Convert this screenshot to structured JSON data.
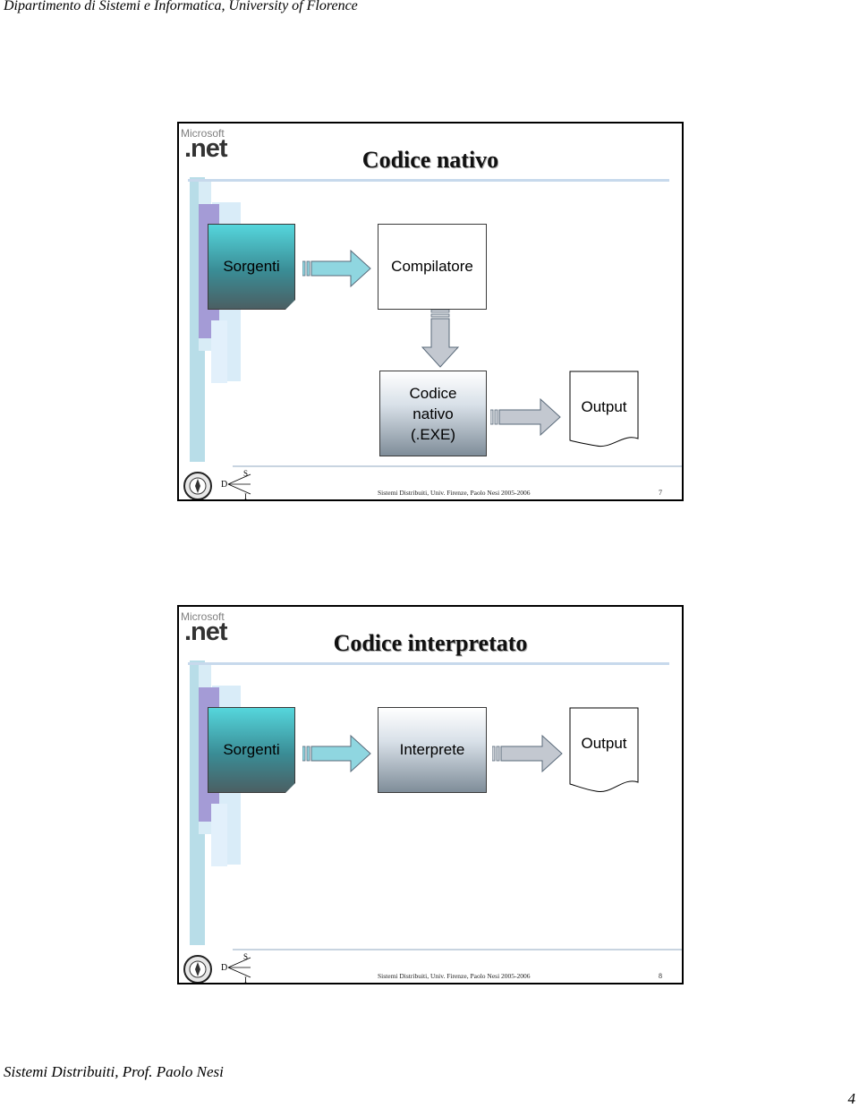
{
  "page": {
    "header": "Dipartimento di Sistemi e Informatica, University of Florence",
    "footer": "Sistemi Distribuiti, Prof. Paolo Nesi",
    "number": "4"
  },
  "logo": {
    "microsoft": "Microsoft",
    "net": ".net"
  },
  "dsi_logo": {
    "d": "D",
    "s": "S",
    "i": "I"
  },
  "slides": [
    {
      "title": "Codice nativo",
      "boxes": {
        "sorgenti": "Sorgenti",
        "compilatore": "Compilatore",
        "codice_nativo": [
          "Codice",
          "nativo",
          "(.EXE)"
        ],
        "output": "Output"
      },
      "footer": "Sistemi Distribuiti, Univ. Firenze, Paolo Nesi 2005-2006",
      "number": "7"
    },
    {
      "title": "Codice interpretato",
      "boxes": {
        "sorgenti": "Sorgenti",
        "interprete": "Interprete",
        "output": "Output"
      },
      "footer": "Sistemi Distribuiti, Univ. Firenze, Paolo Nesi 2005-2006",
      "number": "8"
    }
  ],
  "colors": {
    "arrow_fill": "#8fd6e0",
    "arrow_stroke": "#5a6a7a",
    "source_box": "#3a8c95",
    "title_rule": "#c7d9ec"
  }
}
